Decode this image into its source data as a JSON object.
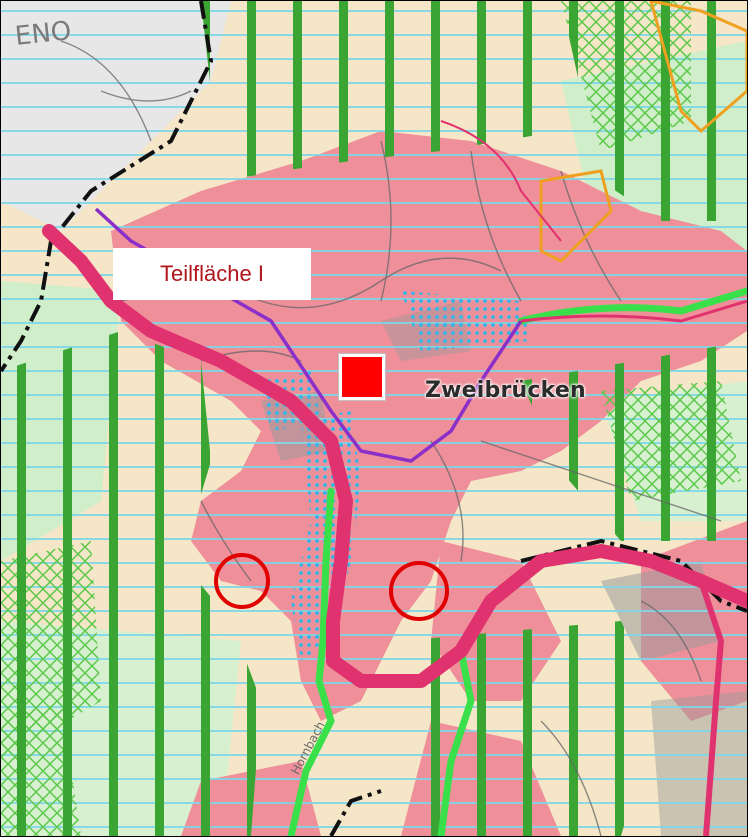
{
  "map": {
    "area_label": "Teilfläche I",
    "city_label": "Zweibrücken",
    "northwest_label": "ENO",
    "river_label": "Hornbach",
    "colors": {
      "settlement": "#ef8f9a",
      "background": "#f4e6c7",
      "forest_stripe": "#3aa532",
      "water_hatch": "#7fd6e8",
      "road": "#e0326e",
      "railway": "#8b2fc9",
      "green_corridor": "#39e04a",
      "boundary": "#111111",
      "orange_outline": "#f0a020",
      "marker": "#ff0000",
      "circle": "#e00000",
      "label_text": "#b0151c"
    },
    "icons": [
      "town-marker-square",
      "highlight-circle",
      "highlight-circle"
    ]
  }
}
